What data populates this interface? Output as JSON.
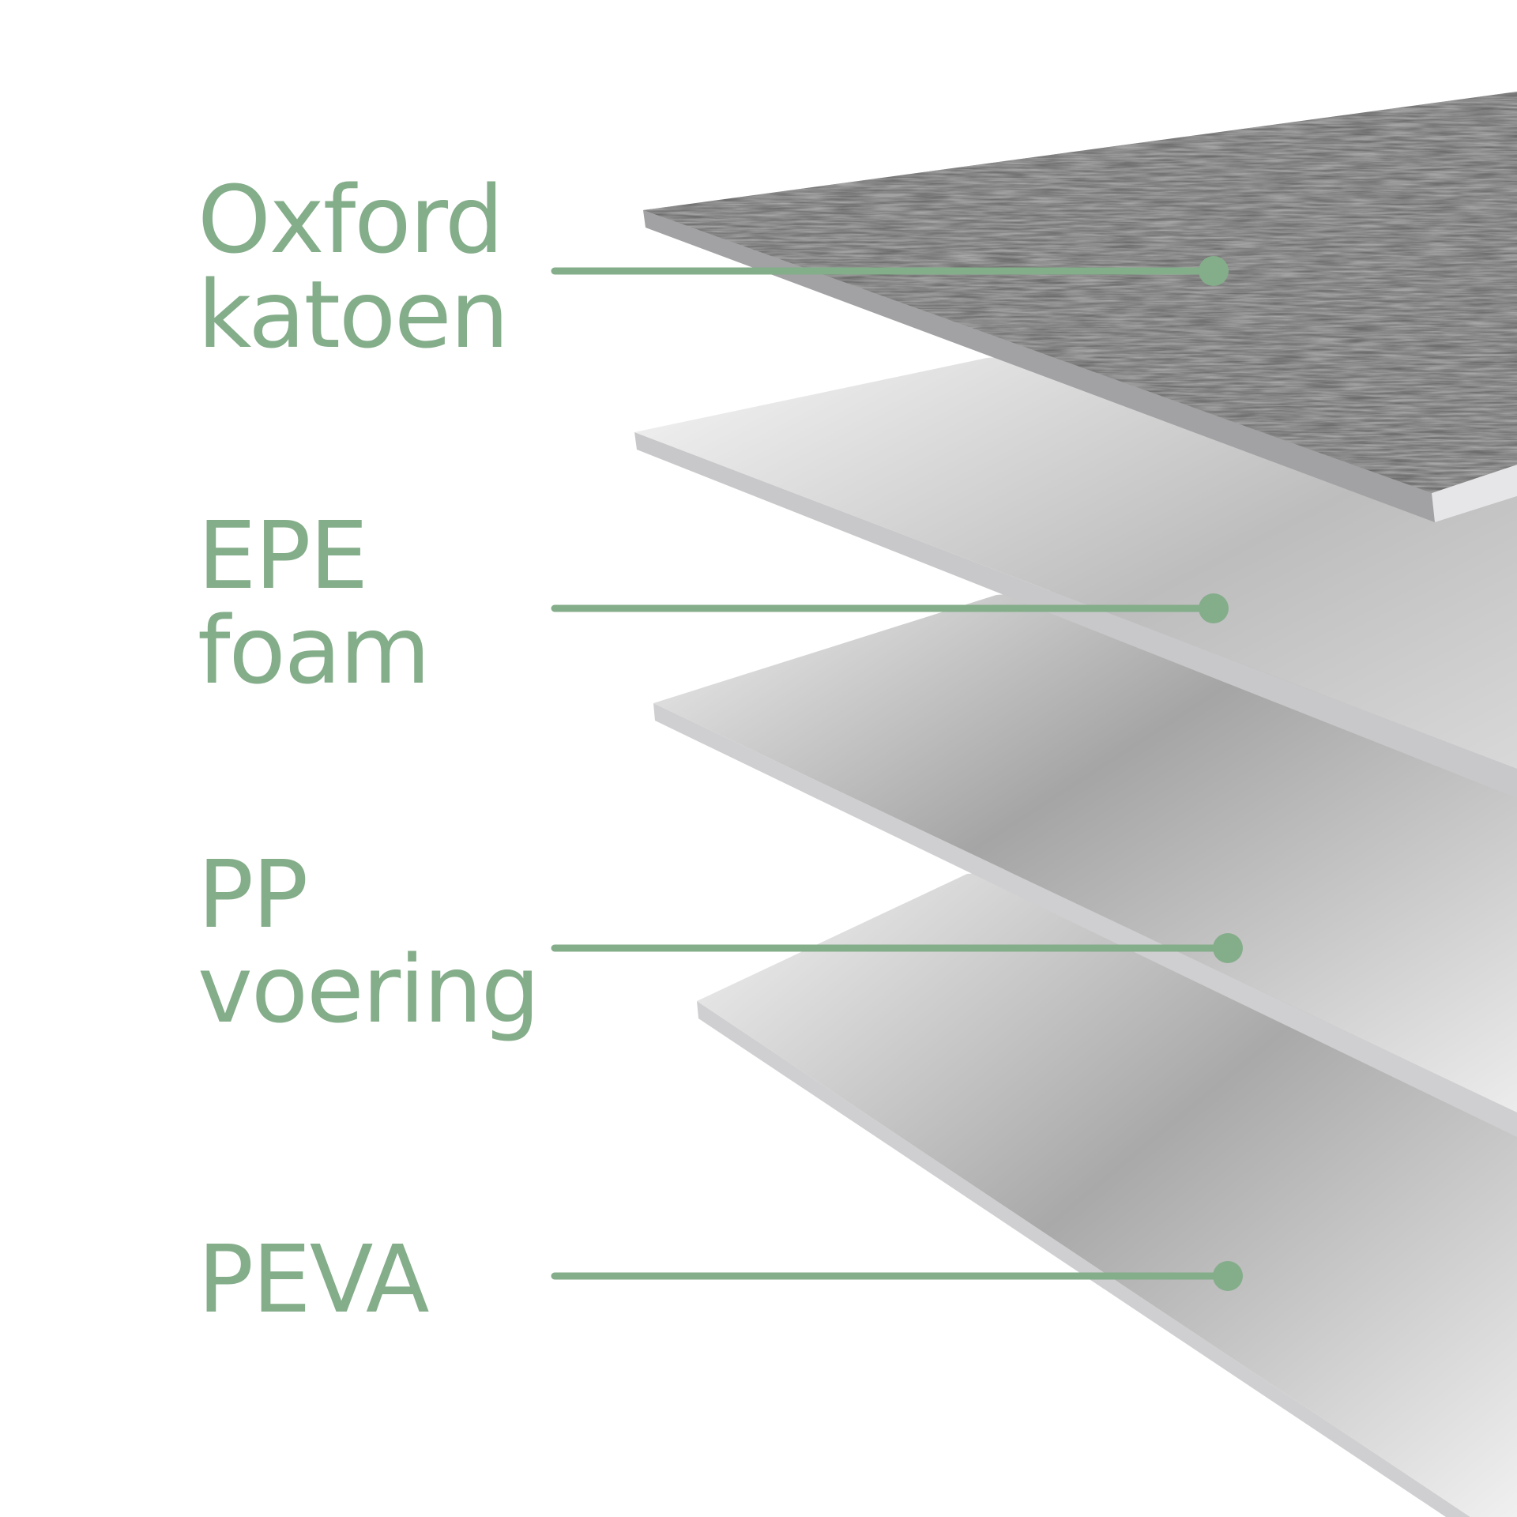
{
  "colors": {
    "accent": "#84ad8a",
    "fabric": "#6f6f6f",
    "layer": "#e4e4e4",
    "edge": "#c9c9cb"
  },
  "layers": [
    {
      "line1": "Oxford",
      "line2": "katoen",
      "icon": "fabric-layer"
    },
    {
      "line1": "EPE",
      "line2": "foam",
      "icon": "foam-layer"
    },
    {
      "line1": "PP",
      "line2": "voering",
      "icon": "lining-layer"
    },
    {
      "line1": "PEVA",
      "line2": "",
      "icon": "peva-layer"
    }
  ]
}
